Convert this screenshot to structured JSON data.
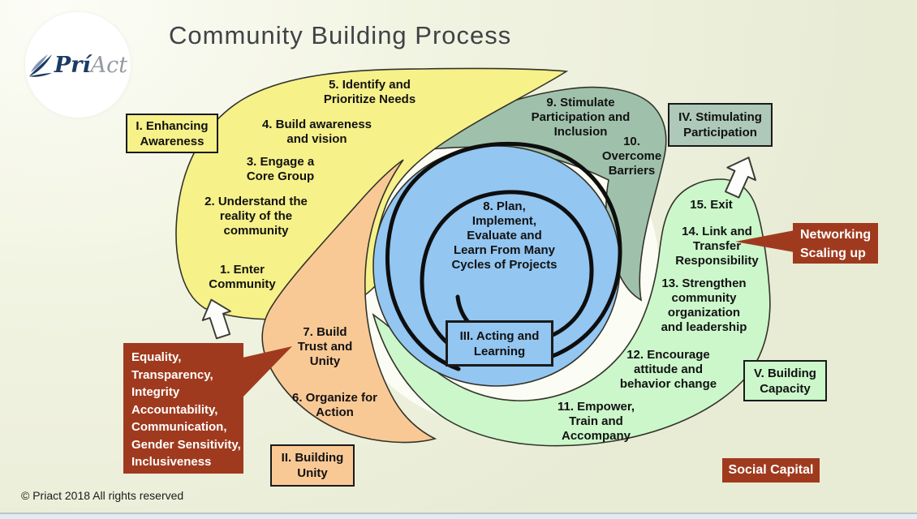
{
  "title": "Community Building Process",
  "logo": {
    "brand_primary": "Prí",
    "brand_secondary": "Act"
  },
  "stage_boxes": {
    "i": "I.  Enhancing\nAwareness",
    "ii": "II.  Building\nUnity",
    "iii": "III.  Acting and\nLearning",
    "iv": "IV.  Stimulating\nParticipation",
    "v": "V.  Building\nCapacity"
  },
  "steps": {
    "s1": "1. Enter\nCommunity",
    "s2": "2. Understand the\nreality of the\ncommunity",
    "s3": "3. Engage a\nCore Group",
    "s4": "4. Build awareness\nand vision",
    "s5": "5. Identify and\nPrioritize Needs",
    "s6": "6. Organize for\nAction",
    "s7": "7. Build\nTrust and\nUnity",
    "s8": "8. Plan,\nImplement,\nEvaluate and\nLearn From Many\nCycles of Projects",
    "s9": "9. Stimulate\nParticipation and\nInclusion",
    "s10": "10.\nOvercome\nBarriers",
    "s11": "11. Empower,\nTrain and\nAccompany",
    "s12": "12. Encourage\nattitude and\nbehavior change",
    "s13": "13. Strengthen\ncommunity\norganization\nand leadership",
    "s14": "14. Link and\nTransfer\nResponsibility",
    "s15": "15. Exit"
  },
  "callouts": {
    "values": "Equality,\nTransparency,\nIntegrity\nAccountability,\nCommunication,\nGender Sensitivity,\nInclusiveness",
    "networking": "Networking\nScaling up",
    "social_capital": "Social Capital"
  },
  "footer": {
    "copyright": "© Priact 2018 All rights reserved"
  },
  "colors": {
    "phase_awareness": "#f6f189",
    "phase_unity": "#f9c995",
    "phase_acting": "#93c6f1",
    "phase_participation": "#9fc1ab",
    "phase_capacity": "#cbf7ca",
    "callout_red": "#a03a1e",
    "outline": "#33332a",
    "spiral": "#0e0e0e",
    "gap_white": "#fbfcf4"
  }
}
